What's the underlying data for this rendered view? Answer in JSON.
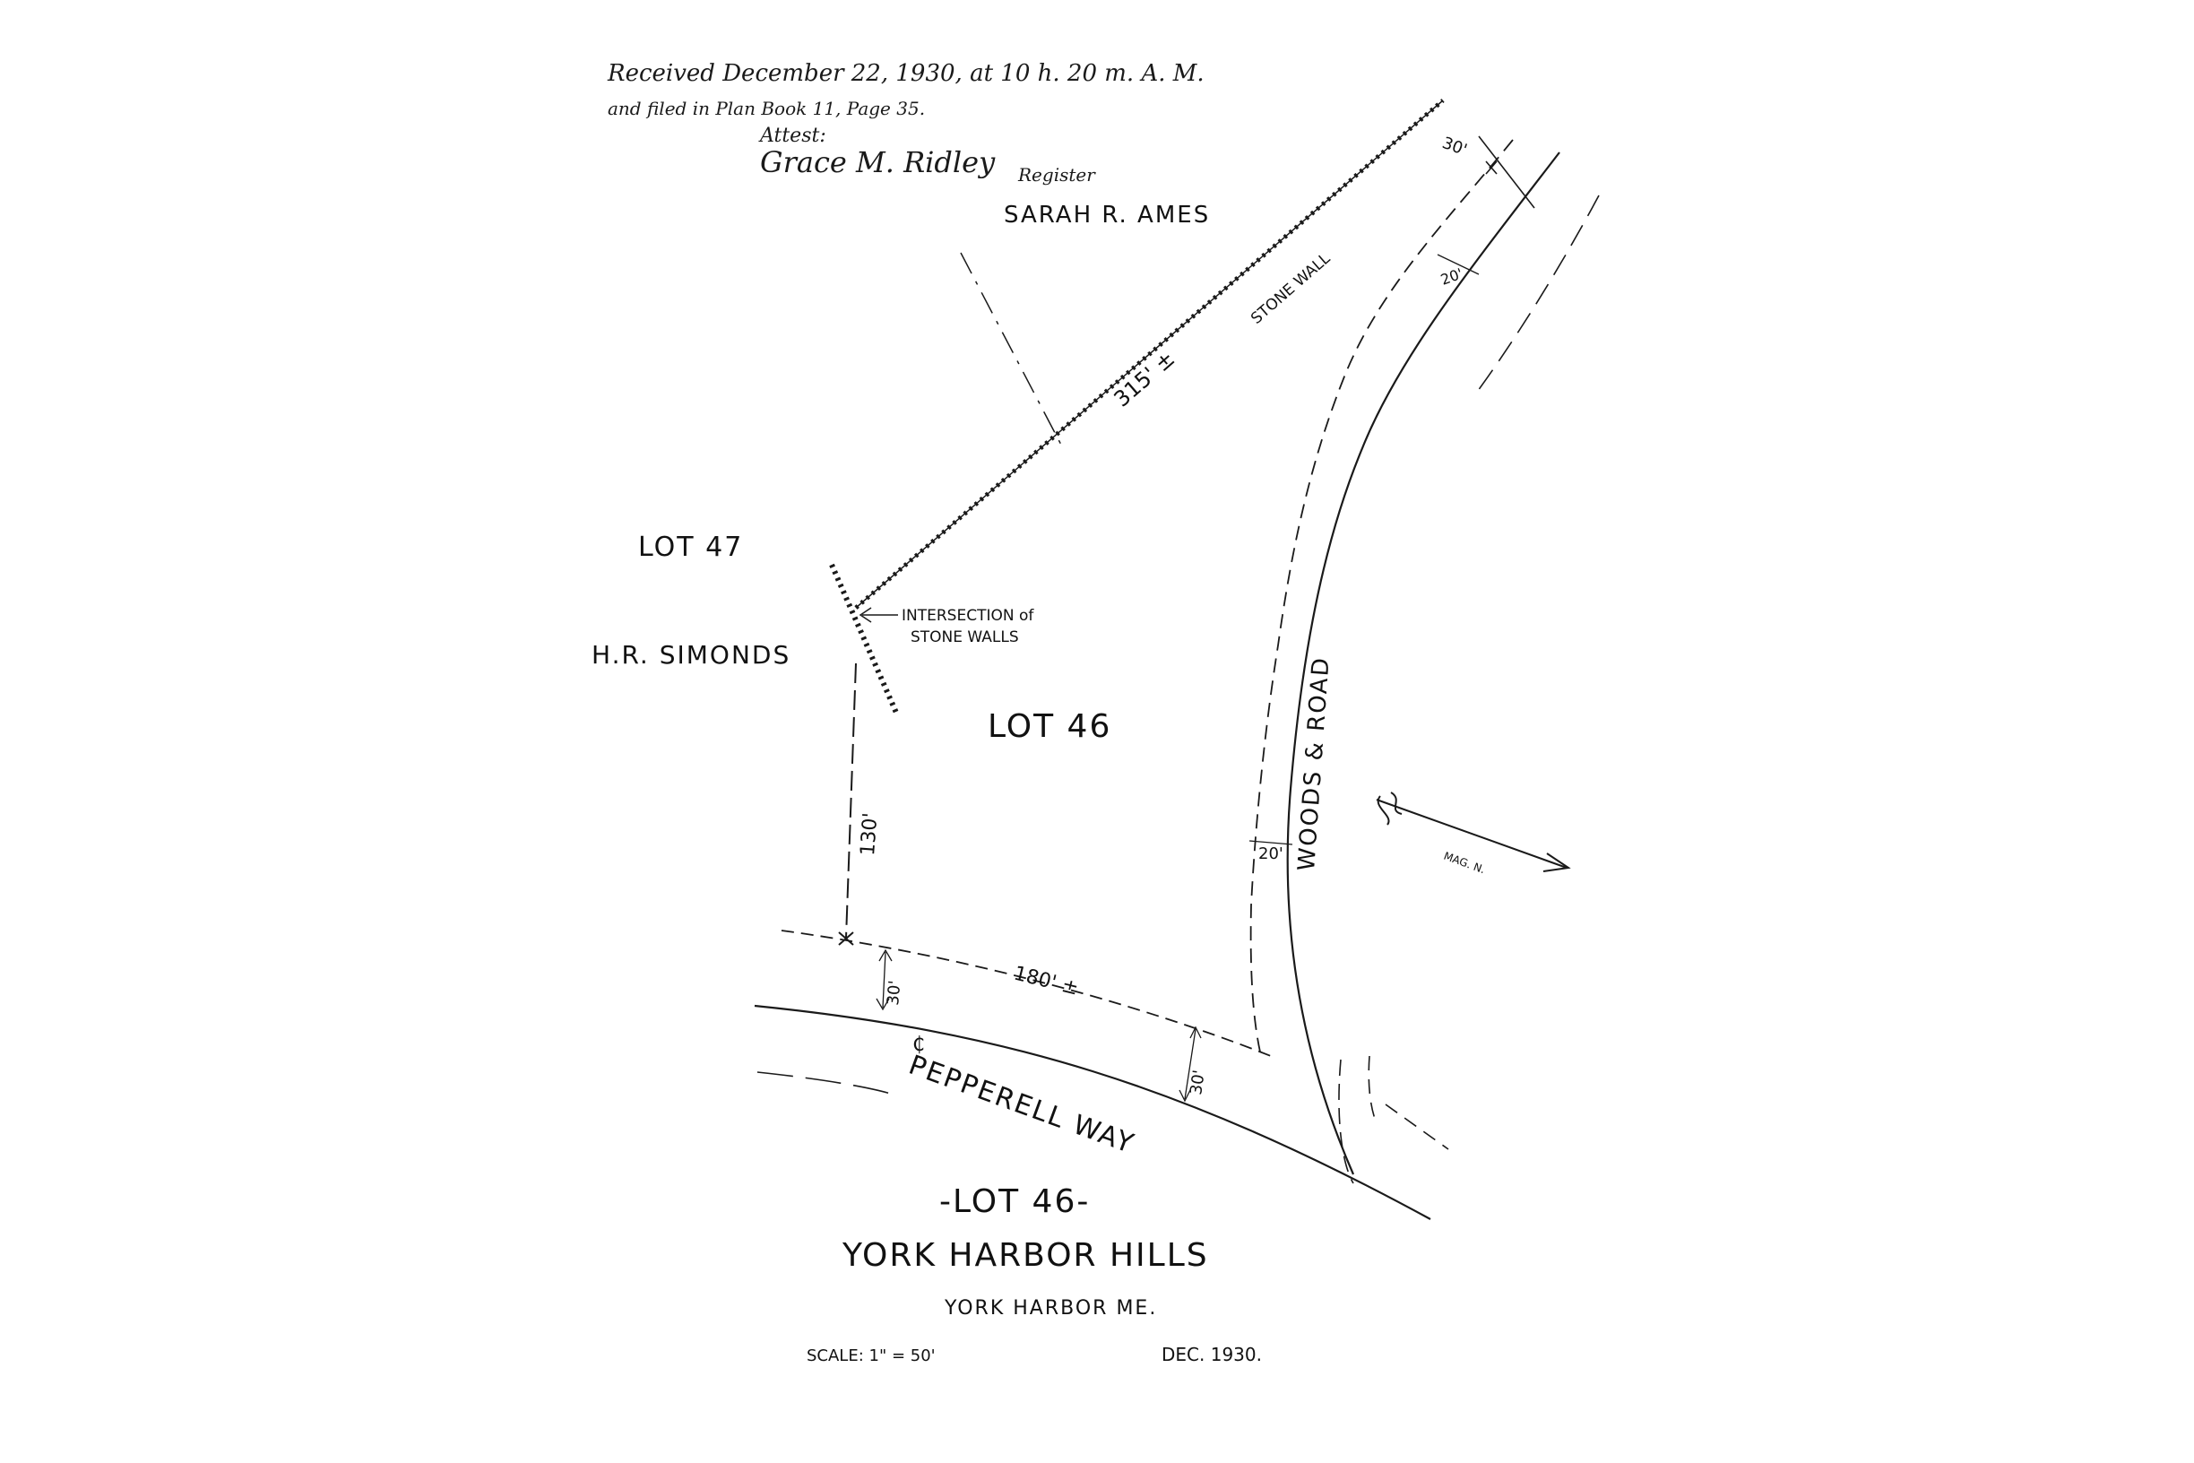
{
  "recording_note": {
    "line1": "Received December 22, 1930, at 10 h. 20 m. A. M.",
    "line2": "and filed in Plan Book 11, Page 35.",
    "attest": "Attest:",
    "signature": "Grace M. Ridley",
    "title": "Register"
  },
  "abutters": {
    "north": "SARAH R. AMES",
    "west_lot": "LOT 47",
    "west_owner": "H.R. SIMONDS"
  },
  "parcel_label": "LOT 46",
  "annotations": {
    "intersection_line1": "INTERSECTION of",
    "intersection_line2": "STONE WALLS",
    "stone_wall": "STONE WALL"
  },
  "dimensions": {
    "wall_length": "315' ±",
    "west_side": "130'",
    "front": "180' ±",
    "setback_top": "30'",
    "road_width_top": "20'",
    "road_width_mid": "20'",
    "setback_left": "30'",
    "setback_right": "30'"
  },
  "roads": {
    "woods_road": "WOODS & ROAD",
    "pepperell": "PEPPERELL WAY",
    "centerline_mark": "₵"
  },
  "north_arrow": {
    "label": "MAG. N."
  },
  "title_block": {
    "lot": "-LOT 46-",
    "subdivision": "YORK HARBOR HILLS",
    "town": "YORK HARBOR ME.",
    "scale": "SCALE: 1\" = 50'",
    "date": "DEC. 1930."
  },
  "colors": {
    "ink": "#1a1a1a",
    "paper": "#ffffff"
  }
}
